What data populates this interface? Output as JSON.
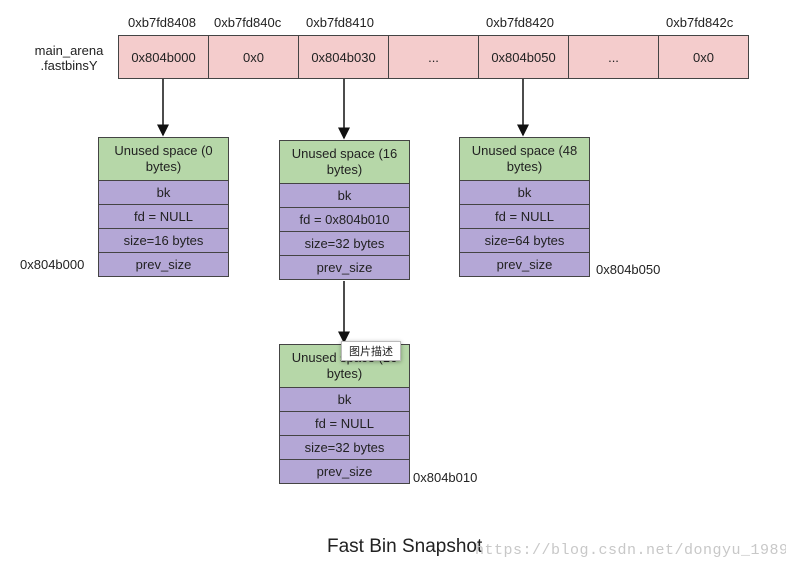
{
  "arena_label": [
    "main_arena",
    ".fastbinsY"
  ],
  "addresses": [
    "0xb7fd8408",
    "0xb7fd840c",
    "0xb7fd8410",
    "0xb7fd8420",
    "0xb7fd842c"
  ],
  "fastbins": [
    "0x804b000",
    "0x0",
    "0x804b030",
    "...",
    "0x804b050",
    "...",
    "0x0"
  ],
  "chunks": [
    {
      "head": "Unused space (0 bytes)",
      "bk": "bk",
      "fd": "fd = NULL",
      "size": "size=16 bytes",
      "prev": "prev_size",
      "addr": "0x804b000"
    },
    {
      "head": "Unused space (16 bytes)",
      "bk": "bk",
      "fd": "fd = 0x804b010",
      "size": "size=32 bytes",
      "prev": "prev_size"
    },
    {
      "head": "Unused space (48 bytes)",
      "bk": "bk",
      "fd": "fd = NULL",
      "size": "size=64 bytes",
      "prev": "prev_size",
      "addr": "0x804b050"
    },
    {
      "head": "Unused space (16 bytes)",
      "bk": "bk",
      "fd": "fd = NULL",
      "size": "size=32 bytes",
      "prev": "prev_size",
      "addr": "0x804b010"
    }
  ],
  "tooltip": "图片描述",
  "title": "Fast Bin Snapshot",
  "watermark": "https://blog.csdn.net/dongyu_1989"
}
